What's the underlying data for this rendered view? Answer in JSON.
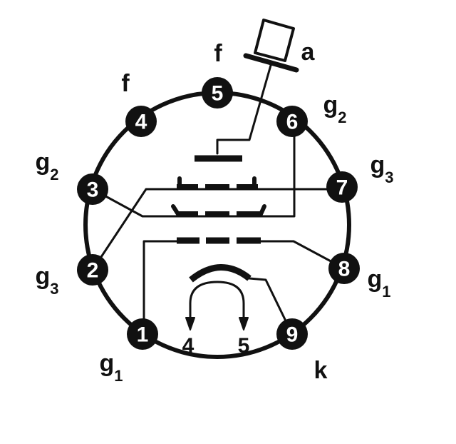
{
  "pins": [
    "1",
    "2",
    "3",
    "4",
    "5",
    "6",
    "7",
    "8",
    "9"
  ],
  "labels": {
    "pin1": {
      "base": "g",
      "sub": "1"
    },
    "pin2": {
      "base": "g",
      "sub": "3"
    },
    "pin3": {
      "base": "g",
      "sub": "2"
    },
    "pin4": {
      "base": "f"
    },
    "pin5": {
      "base": "f"
    },
    "cap": {
      "base": "a"
    },
    "pin6": {
      "base": "g",
      "sub": "2"
    },
    "pin7": {
      "base": "g",
      "sub": "3"
    },
    "pin8": {
      "base": "g",
      "sub": "1"
    },
    "pin9": {
      "base": "k"
    }
  },
  "filament_pins": [
    "4",
    "5"
  ],
  "colors": {
    "ink": "#111111",
    "background": "#ffffff",
    "pin_text": "#ffffff"
  }
}
